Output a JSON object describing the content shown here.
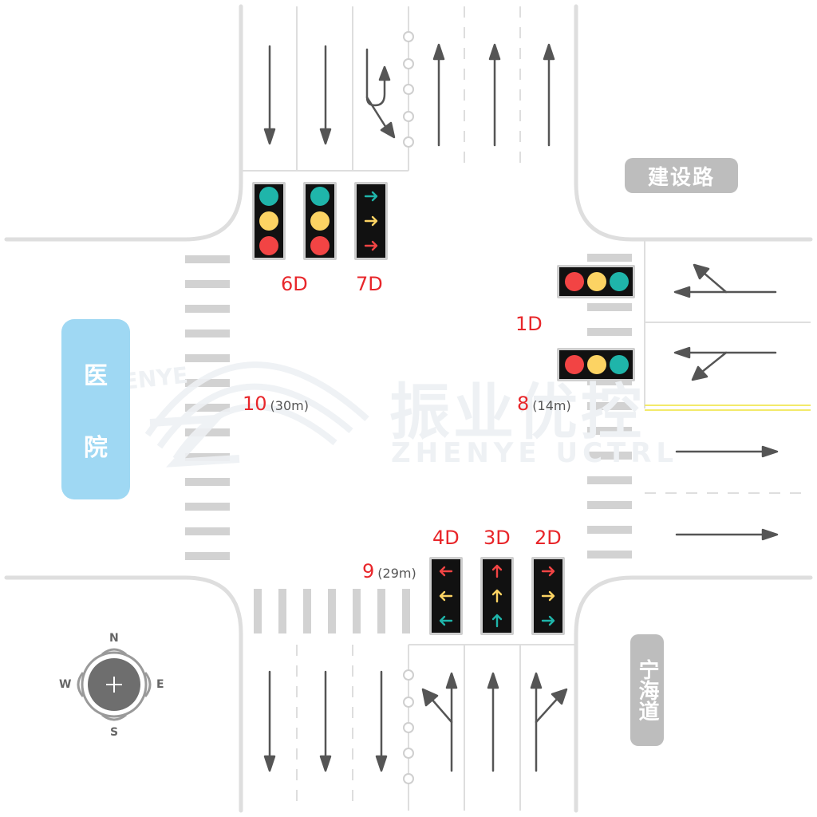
{
  "colors": {
    "red": "#f24444",
    "amber": "#fcd363",
    "green": "#1fb5aa",
    "road_line": "#dedede",
    "arrow": "#555555",
    "road_tag": "#bdbdbd",
    "hospital": "#9fd8f3"
  },
  "roads": {
    "east": "建设路",
    "south": "宁海道"
  },
  "landmark": {
    "line1": "医",
    "line2": "院"
  },
  "watermark": {
    "brand_cn": "振业优控",
    "brand_en": "ZHENYE UCTRL",
    "logo_text": "ZHENYE"
  },
  "compass": {
    "n": "N",
    "s": "S",
    "e": "E",
    "w": "W"
  },
  "signals": [
    {
      "id": "6D",
      "dist": "",
      "type": "round",
      "orientation": "vertical",
      "lights": [
        "green",
        "amber",
        "red"
      ],
      "icon": "round-light"
    },
    {
      "id": "",
      "dist": "",
      "type": "round",
      "orientation": "vertical",
      "lights": [
        "green",
        "amber",
        "red"
      ],
      "icon": "round-light"
    },
    {
      "id": "7D",
      "dist": "",
      "type": "arrow",
      "direction": "right",
      "orientation": "vertical",
      "lights": [
        "green",
        "amber",
        "red"
      ],
      "icon": "right-arrow"
    },
    {
      "id": "1D",
      "dist": "",
      "type": "round",
      "orientation": "horizontal",
      "lights": [
        "red",
        "amber",
        "green"
      ],
      "icon": "round-light"
    },
    {
      "id": "",
      "dist": "",
      "type": "round",
      "orientation": "horizontal",
      "lights": [
        "red",
        "amber",
        "green"
      ],
      "icon": "round-light"
    },
    {
      "id": "4D",
      "dist": "",
      "type": "arrow",
      "direction": "left",
      "orientation": "vertical",
      "lights": [
        "red",
        "amber",
        "green"
      ],
      "icon": "left-arrow"
    },
    {
      "id": "3D",
      "dist": "",
      "type": "arrow",
      "direction": "up",
      "orientation": "vertical",
      "lights": [
        "red",
        "amber",
        "green"
      ],
      "icon": "up-arrow"
    },
    {
      "id": "2D",
      "dist": "",
      "type": "arrow",
      "direction": "right",
      "orientation": "vertical",
      "lights": [
        "red",
        "amber",
        "green"
      ],
      "icon": "right-arrow"
    }
  ],
  "ped_signals": [
    {
      "id": "10",
      "dist": "(30m)"
    },
    {
      "id": "8",
      "dist": "(14m)"
    },
    {
      "id": "9",
      "dist": "(29m)"
    }
  ],
  "lane_markings": {
    "north": [
      "straight-down",
      "straight-down",
      "down-right-uturn",
      "straight-up",
      "straight-up",
      "straight-up"
    ],
    "south": [
      "straight-down",
      "straight-down",
      "straight-down",
      "left-straight",
      "straight-up",
      "straight-right"
    ],
    "east": [
      "left-straight",
      "left-straight-down",
      "straight-east",
      "straight-east"
    ]
  }
}
